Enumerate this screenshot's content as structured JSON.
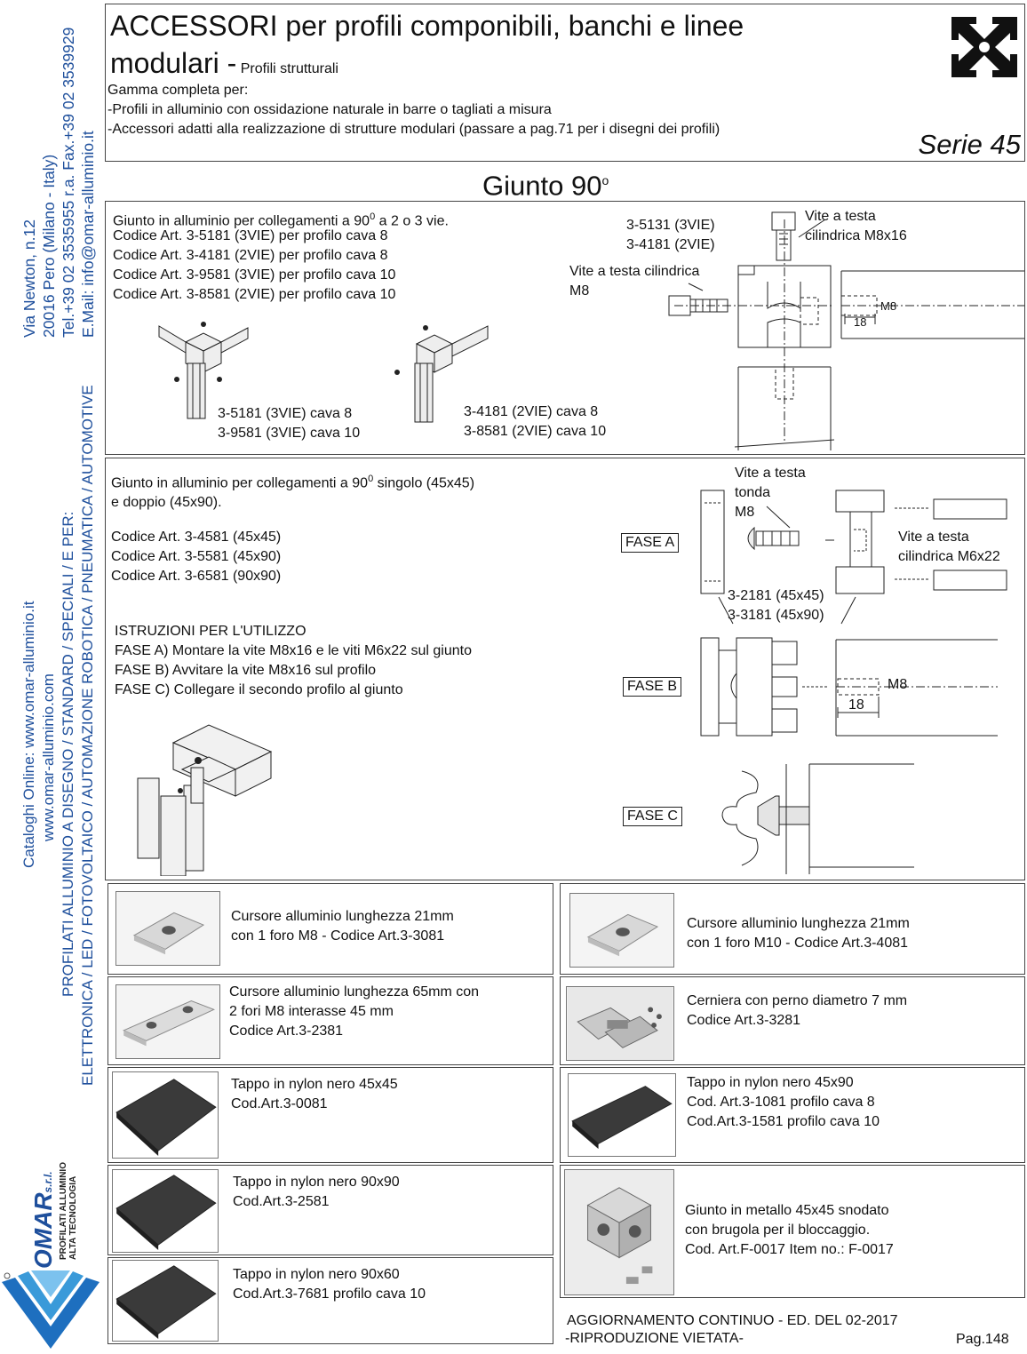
{
  "side": {
    "address": [
      "Via Newton, n.12",
      "20016 Pero (Milano - Italy)",
      "Tel.+39 02 3535955 r.a. Fax.+39 02 3539929",
      "E.Mail: info@omar-alluminio.it"
    ],
    "catalog": [
      "Cataloghi Online: www.omar-alluminio.it",
      "www.omar-alluminio.com",
      "PROFILATI ALLUMINIO A DISEGNO / STANDARD / SPECIALI / E PER:",
      "ELETTRONICA / LED / FOTOVOLTAICO / AUTOMAZIONE ROBOTICA / PNEUMATICA / AUTOMOTIVE"
    ],
    "logo_brand": "OMAR",
    "logo_suffix": "s.r.l.",
    "logo_line1": "PROFILATI ALLUMINIO",
    "logo_line2": "ALTA TECNOLOGIA"
  },
  "header": {
    "title_line1": "ACCESSORI per profili componibili, banchi e linee",
    "title_line2": "modulari -",
    "subtitle": "Profili strutturali",
    "intro": "Gamma completa per:",
    "bullet1": "-Profili in alluminio con ossidazione naturale in barre o tagliati a misura",
    "bullet2": "-Accessori adatti alla realizzazione di strutture modulari (passare a pag.71 per i disegni dei profili)",
    "series": "Serie 45"
  },
  "section_title": "Giunto 90",
  "section_title_degree": "o",
  "block1": {
    "intro_a": "Giunto in alluminio per collegamenti a 90",
    "intro_sup": "0",
    "intro_b": " a 2 o 3 vie.",
    "codes": [
      "Codice Art. 3-5181 (3VIE) per profilo cava 8",
      "Codice Art. 3-4181 (2VIE) per profilo cava 8",
      "Codice Art. 3-9581 (3VIE) per profilo cava 10",
      "Codice Art. 3-8581 (2VIE) per profilo cava 10"
    ],
    "cap3a": "3-5181 (3VIE) cava 8",
    "cap3b": "3-9581 (3VIE) cava 10",
    "cap2a": "3-4181 (2VIE) cava 8",
    "cap2b": "3-8581 (2VIE) cava 10",
    "lab_3vie": "3-5131 (3VIE)",
    "lab_2vie": "3-4181 (2VIE)",
    "lab_vite_a": "Vite a testa",
    "lab_vite_b": "cilindrica M8x16",
    "lab_vite2_a": "Vite a testa cilindrica",
    "lab_vite2_b": "M8",
    "dim_m8": "M8",
    "dim_18": "18"
  },
  "block2": {
    "intro_a": "Giunto in alluminio per collegamenti a 90",
    "intro_sup": "0",
    "intro_b": " singolo (45x45)",
    "intro_c": "e doppio (45x90).",
    "codes": [
      "Codice Art. 3-4581 (45x45)",
      "Codice Art. 3-5581 (45x90)",
      "Codice Art. 3-6581 (90x90)"
    ],
    "instr_title": "ISTRUZIONI PER L'UTILIZZO",
    "instr": [
      "FASE A) Montare la vite M8x16 e le viti M6x22 sul giunto",
      "FASE B) Avvitare la vite M8x16 sul profilo",
      "FASE C) Collegare il secondo profilo al giunto"
    ],
    "fase_a": "FASE A",
    "fase_b": "FASE B",
    "fase_c": "FASE C",
    "lab_tonda_a": "Vite a testa",
    "lab_tonda_b": "tonda",
    "lab_tonda_c": "M8",
    "lab_cil_a": "Vite a testa",
    "lab_cil_b": "cilindrica M6x22",
    "lab_code_a": "3-2181 (45x45)",
    "lab_code_b": "3-3181 (45x90)",
    "dim_m8": "M8",
    "dim_18": "18"
  },
  "accessories": [
    {
      "lines": [
        "Cursore alluminio lunghezza 21mm",
        "con 1 foro M8 - Codice Art.3-3081"
      ]
    },
    {
      "lines": [
        "Cursore alluminio lunghezza 21mm",
        "con 1 foro M10 -  Codice Art.3-4081"
      ]
    },
    {
      "lines": [
        "Cursore alluminio lunghezza 65mm con",
        "2 fori M8 interasse 45 mm",
        "Codice Art.3-2381"
      ]
    },
    {
      "lines": [
        "Cerniera con perno diametro 7 mm",
        "Codice Art.3-3281"
      ]
    },
    {
      "lines": [
        "Tappo in nylon nero 45x45",
        "Cod.Art.3-0081"
      ]
    },
    {
      "lines": [
        "Tappo in nylon nero 45x90",
        "Cod. Art.3-1081 profilo cava 8",
        "Cod.Art.3-1581 profilo cava 10"
      ]
    },
    {
      "lines": [
        "Tappo in nylon nero 90x90",
        "Cod.Art.3-2581"
      ]
    },
    {
      "lines": [
        "Giunto in metallo 45x45 snodato",
        "con brugola per il bloccaggio.",
        "Cod. Art.F-0017  Item no.: F-0017"
      ]
    },
    {
      "lines": [
        "Tappo in nylon nero 90x60",
        "Cod.Art.3-7681 profilo cava 10"
      ]
    }
  ],
  "footer": {
    "line1": "AGGIORNAMENTO CONTINUO - ED. DEL 02-2017",
    "line2": "-RIPRODUZIONE VIETATA-",
    "page": "Pag.148"
  }
}
